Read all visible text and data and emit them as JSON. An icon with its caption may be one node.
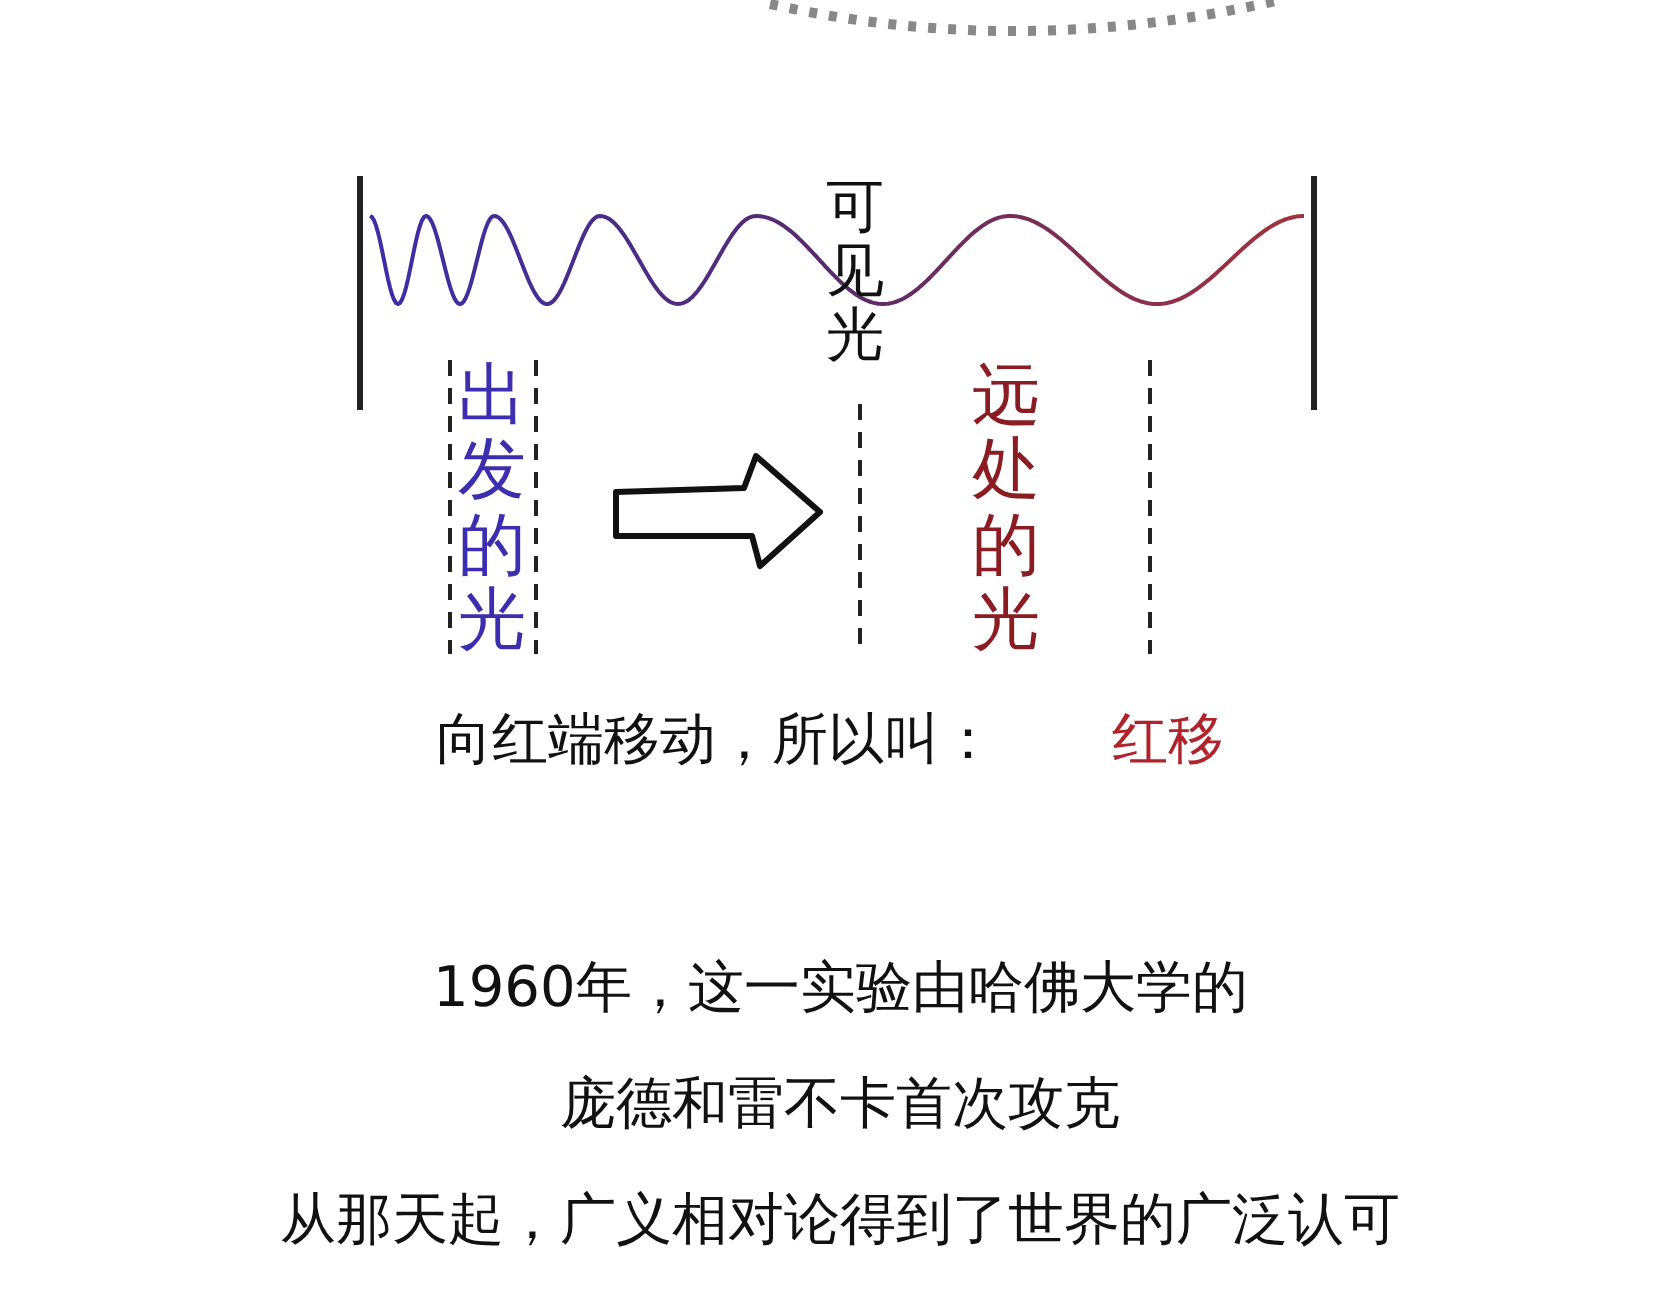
{
  "diagram": {
    "labels": [
      "可见光",
      "出发的光",
      "远处的光",
      "向红端移动，所以叫：",
      "红移",
      "1960年，这一实验由哈佛大学的",
      "庞德和雷不卡首次攻克",
      "从那天起，广义相对论得到了世界的广泛认可"
    ]
  }
}
